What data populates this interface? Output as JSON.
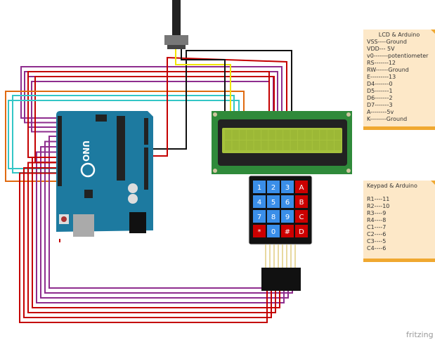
{
  "notes": {
    "lcd": {
      "title": "LCD & Arduino",
      "lines": [
        "VSS----Ground",
        "VDD--- 5V",
        "v0-------potentiometer",
        "RS-------12",
        "RW------Ground",
        "E---------13",
        "D4-------0",
        "D5-------1",
        "D6-------2",
        "D7-------3",
        "A--------5v",
        "K--------Ground"
      ]
    },
    "keypad": {
      "title": "Keypad & Arduino",
      "lines": [
        "R1----11",
        "R2----10",
        "R3----9",
        "R4----8",
        "C1----7",
        "C2----6",
        "C3----5",
        "C4----6"
      ]
    }
  },
  "keypad_keys": [
    "1",
    "2",
    "3",
    "A",
    "4",
    "5",
    "6",
    "B",
    "7",
    "8",
    "9",
    "C",
    "*",
    "0",
    "#",
    "D"
  ],
  "arduino": {
    "label": "UNO"
  },
  "logo": "fritzing",
  "colors": {
    "board": "#1d7aa0",
    "lcd_pcb": "#2f8a3a",
    "lcd_screen": "#a6c23c",
    "note": "#fde8c8",
    "note_bar": "#f0a830",
    "wire_purple": "#8e2d8e",
    "wire_red": "#c40000",
    "wire_black": "#111111",
    "wire_yellow": "#f2e600",
    "wire_cyan": "#33c6c6",
    "wire_orange": "#e06a10",
    "key_blue": "#3a8ee8",
    "key_red": "#cc0000"
  }
}
